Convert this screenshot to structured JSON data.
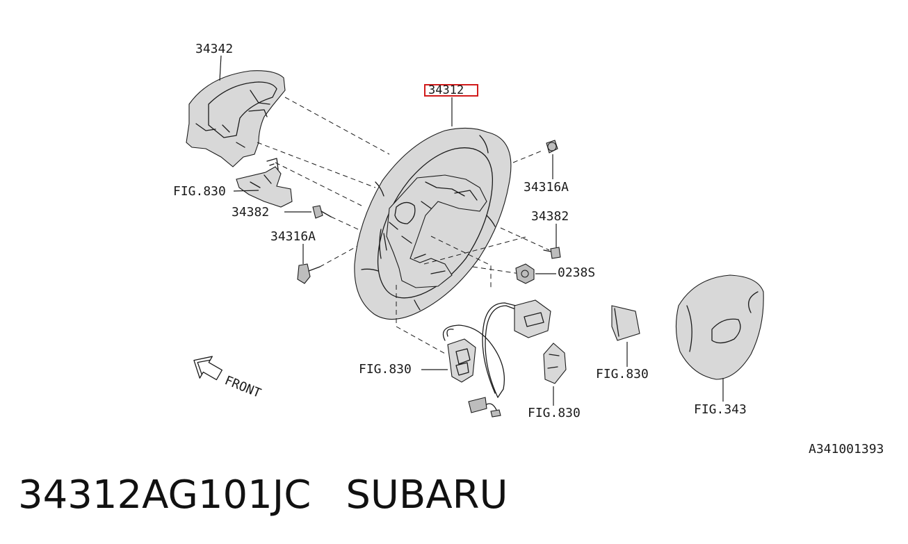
{
  "diagram": {
    "callouts": {
      "cover_upper": "34342",
      "steering_wheel": "34312",
      "bolt_a_right": "34316A",
      "bolt_a_left": "34316A",
      "screw_right": "34382",
      "screw_left": "34382",
      "nut": "0238S",
      "fig_830_left_bracket": "FIG.830",
      "fig_830_switch_left": "FIG.830",
      "fig_830_switch_right": "FIG.830",
      "fig_830_small": "FIG.830",
      "fig_343": "FIG.343"
    },
    "front_arrow_label": "FRONT",
    "diagram_code": "A341001393",
    "highlight_color": "#d11a1a"
  },
  "footer": {
    "part_number": "34312AG101JC",
    "brand": "SUBARU"
  }
}
